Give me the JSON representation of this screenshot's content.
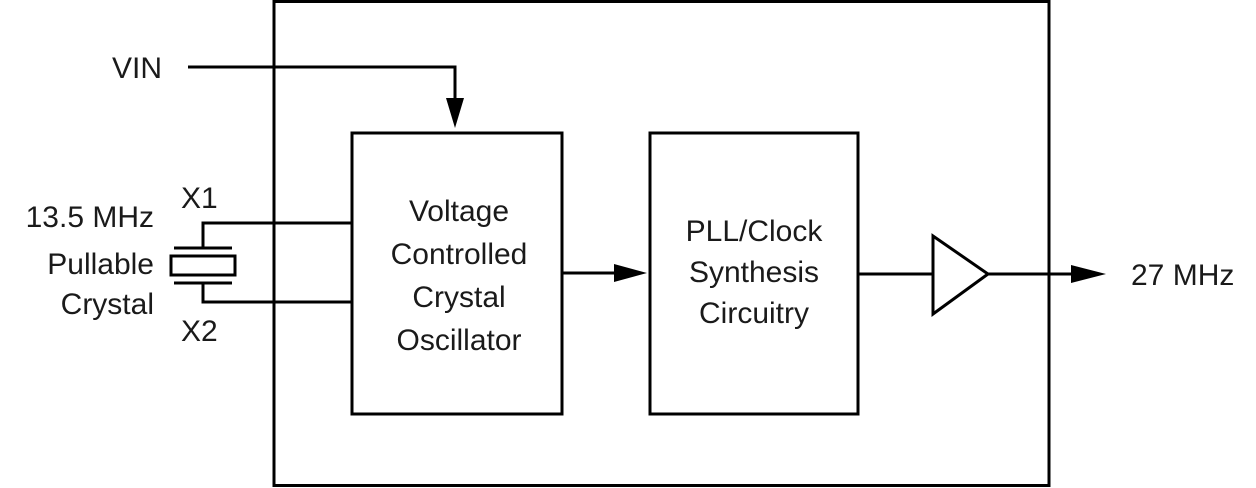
{
  "inputs": {
    "vin": "VIN",
    "x1": "X1",
    "x2": "X2"
  },
  "crystal": {
    "line1": "13.5 MHz",
    "line2": "Pullable",
    "line3": "Crystal"
  },
  "blocks": {
    "vcxo": {
      "line1": "Voltage",
      "line2": "Controlled",
      "line3": "Crystal",
      "line4": "Oscillator"
    },
    "pll": {
      "line1": "PLL/Clock",
      "line2": "Synthesis",
      "line3": "Circuitry"
    }
  },
  "output": {
    "label": "27 MHz"
  }
}
